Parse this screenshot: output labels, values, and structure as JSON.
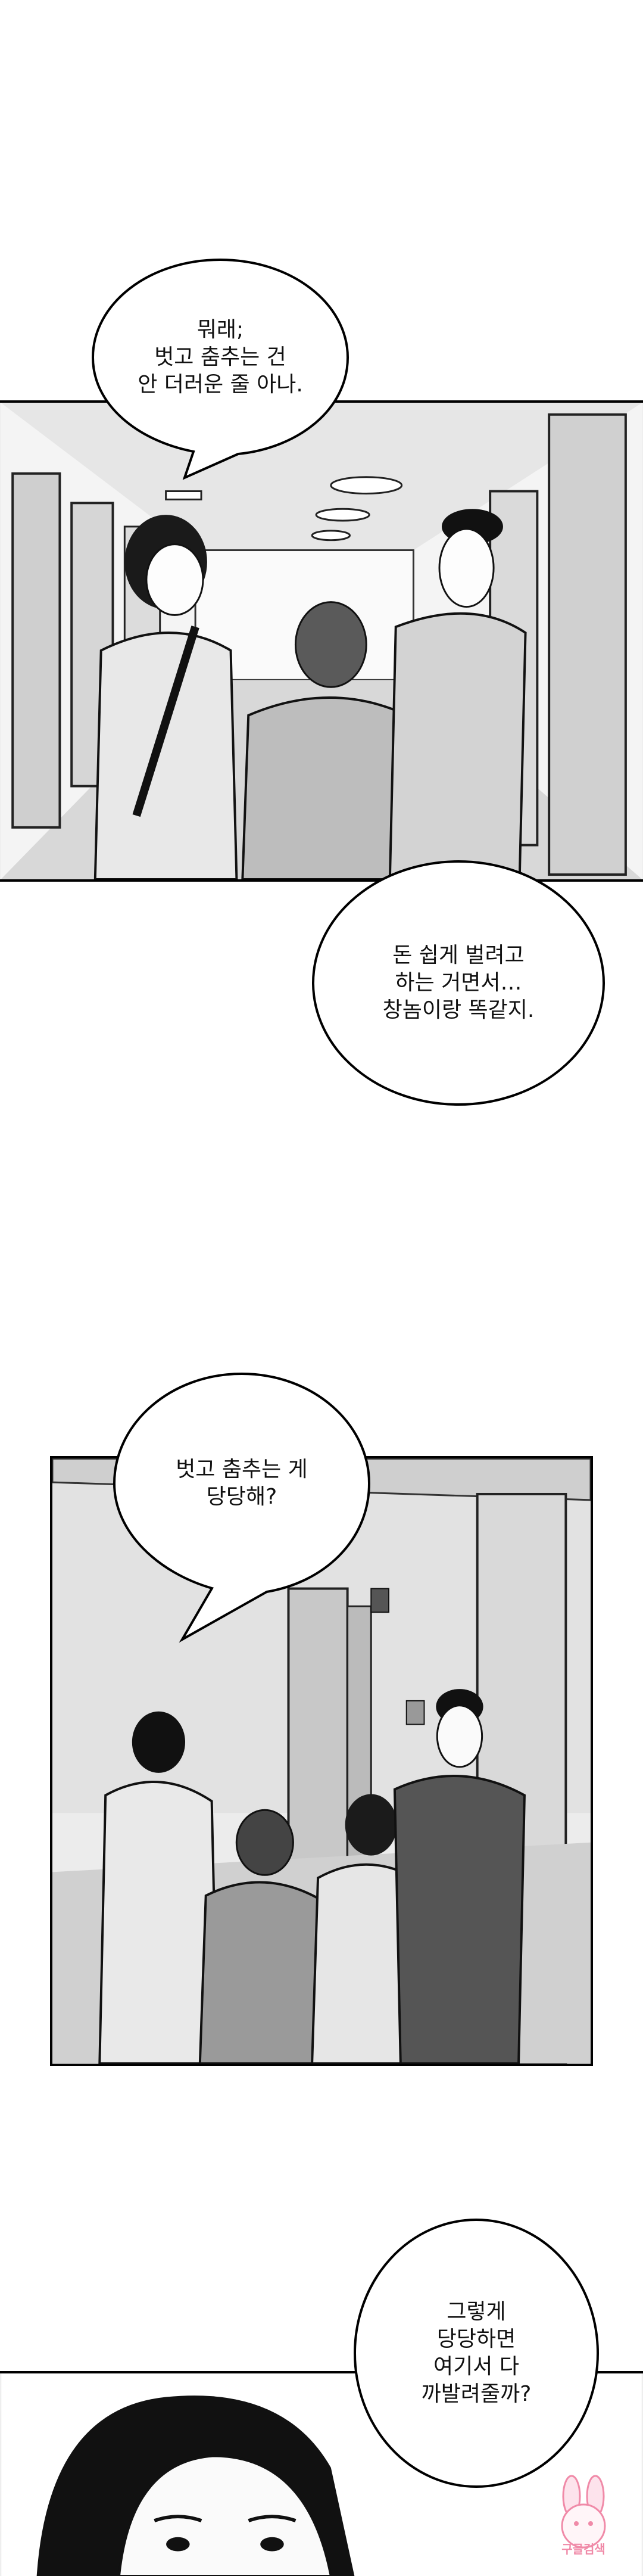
{
  "bubbles": [
    {
      "lines": [
        "뭐래;",
        "벗고 춤추는 건",
        "안 더러운 줄 아나."
      ]
    },
    {
      "lines": [
        "돈 쉽게 벌려고",
        "하는 거면서…",
        "창놈이랑 똑같지."
      ]
    },
    {
      "lines": [
        "벗고 춤추는 게",
        "당당해?"
      ]
    },
    {
      "lines": [
        "그렇게",
        "당당하면",
        "여기서 다",
        "까발려줄까?"
      ]
    }
  ],
  "watermark": {
    "text": "구글검색"
  },
  "colors": {
    "ink": "#000000",
    "paper": "#ffffff",
    "watermark": "#f08aa8"
  }
}
